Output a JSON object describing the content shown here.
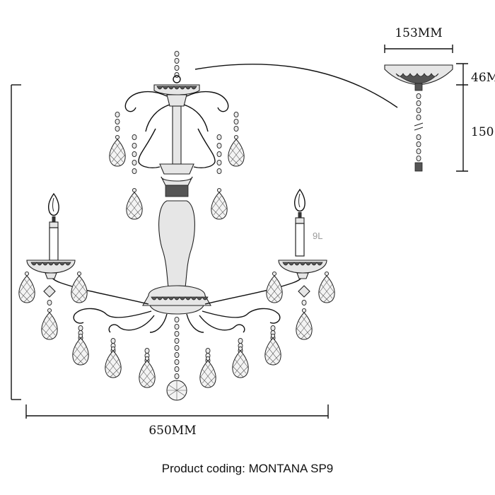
{
  "dimensions": {
    "width_label": "650MM",
    "canopy_width_label": "153MM",
    "canopy_height_label": "46M",
    "chain_length_label": "150"
  },
  "lamp_count_label": "9L",
  "caption": "Product coding: MONTANA SP9"
}
